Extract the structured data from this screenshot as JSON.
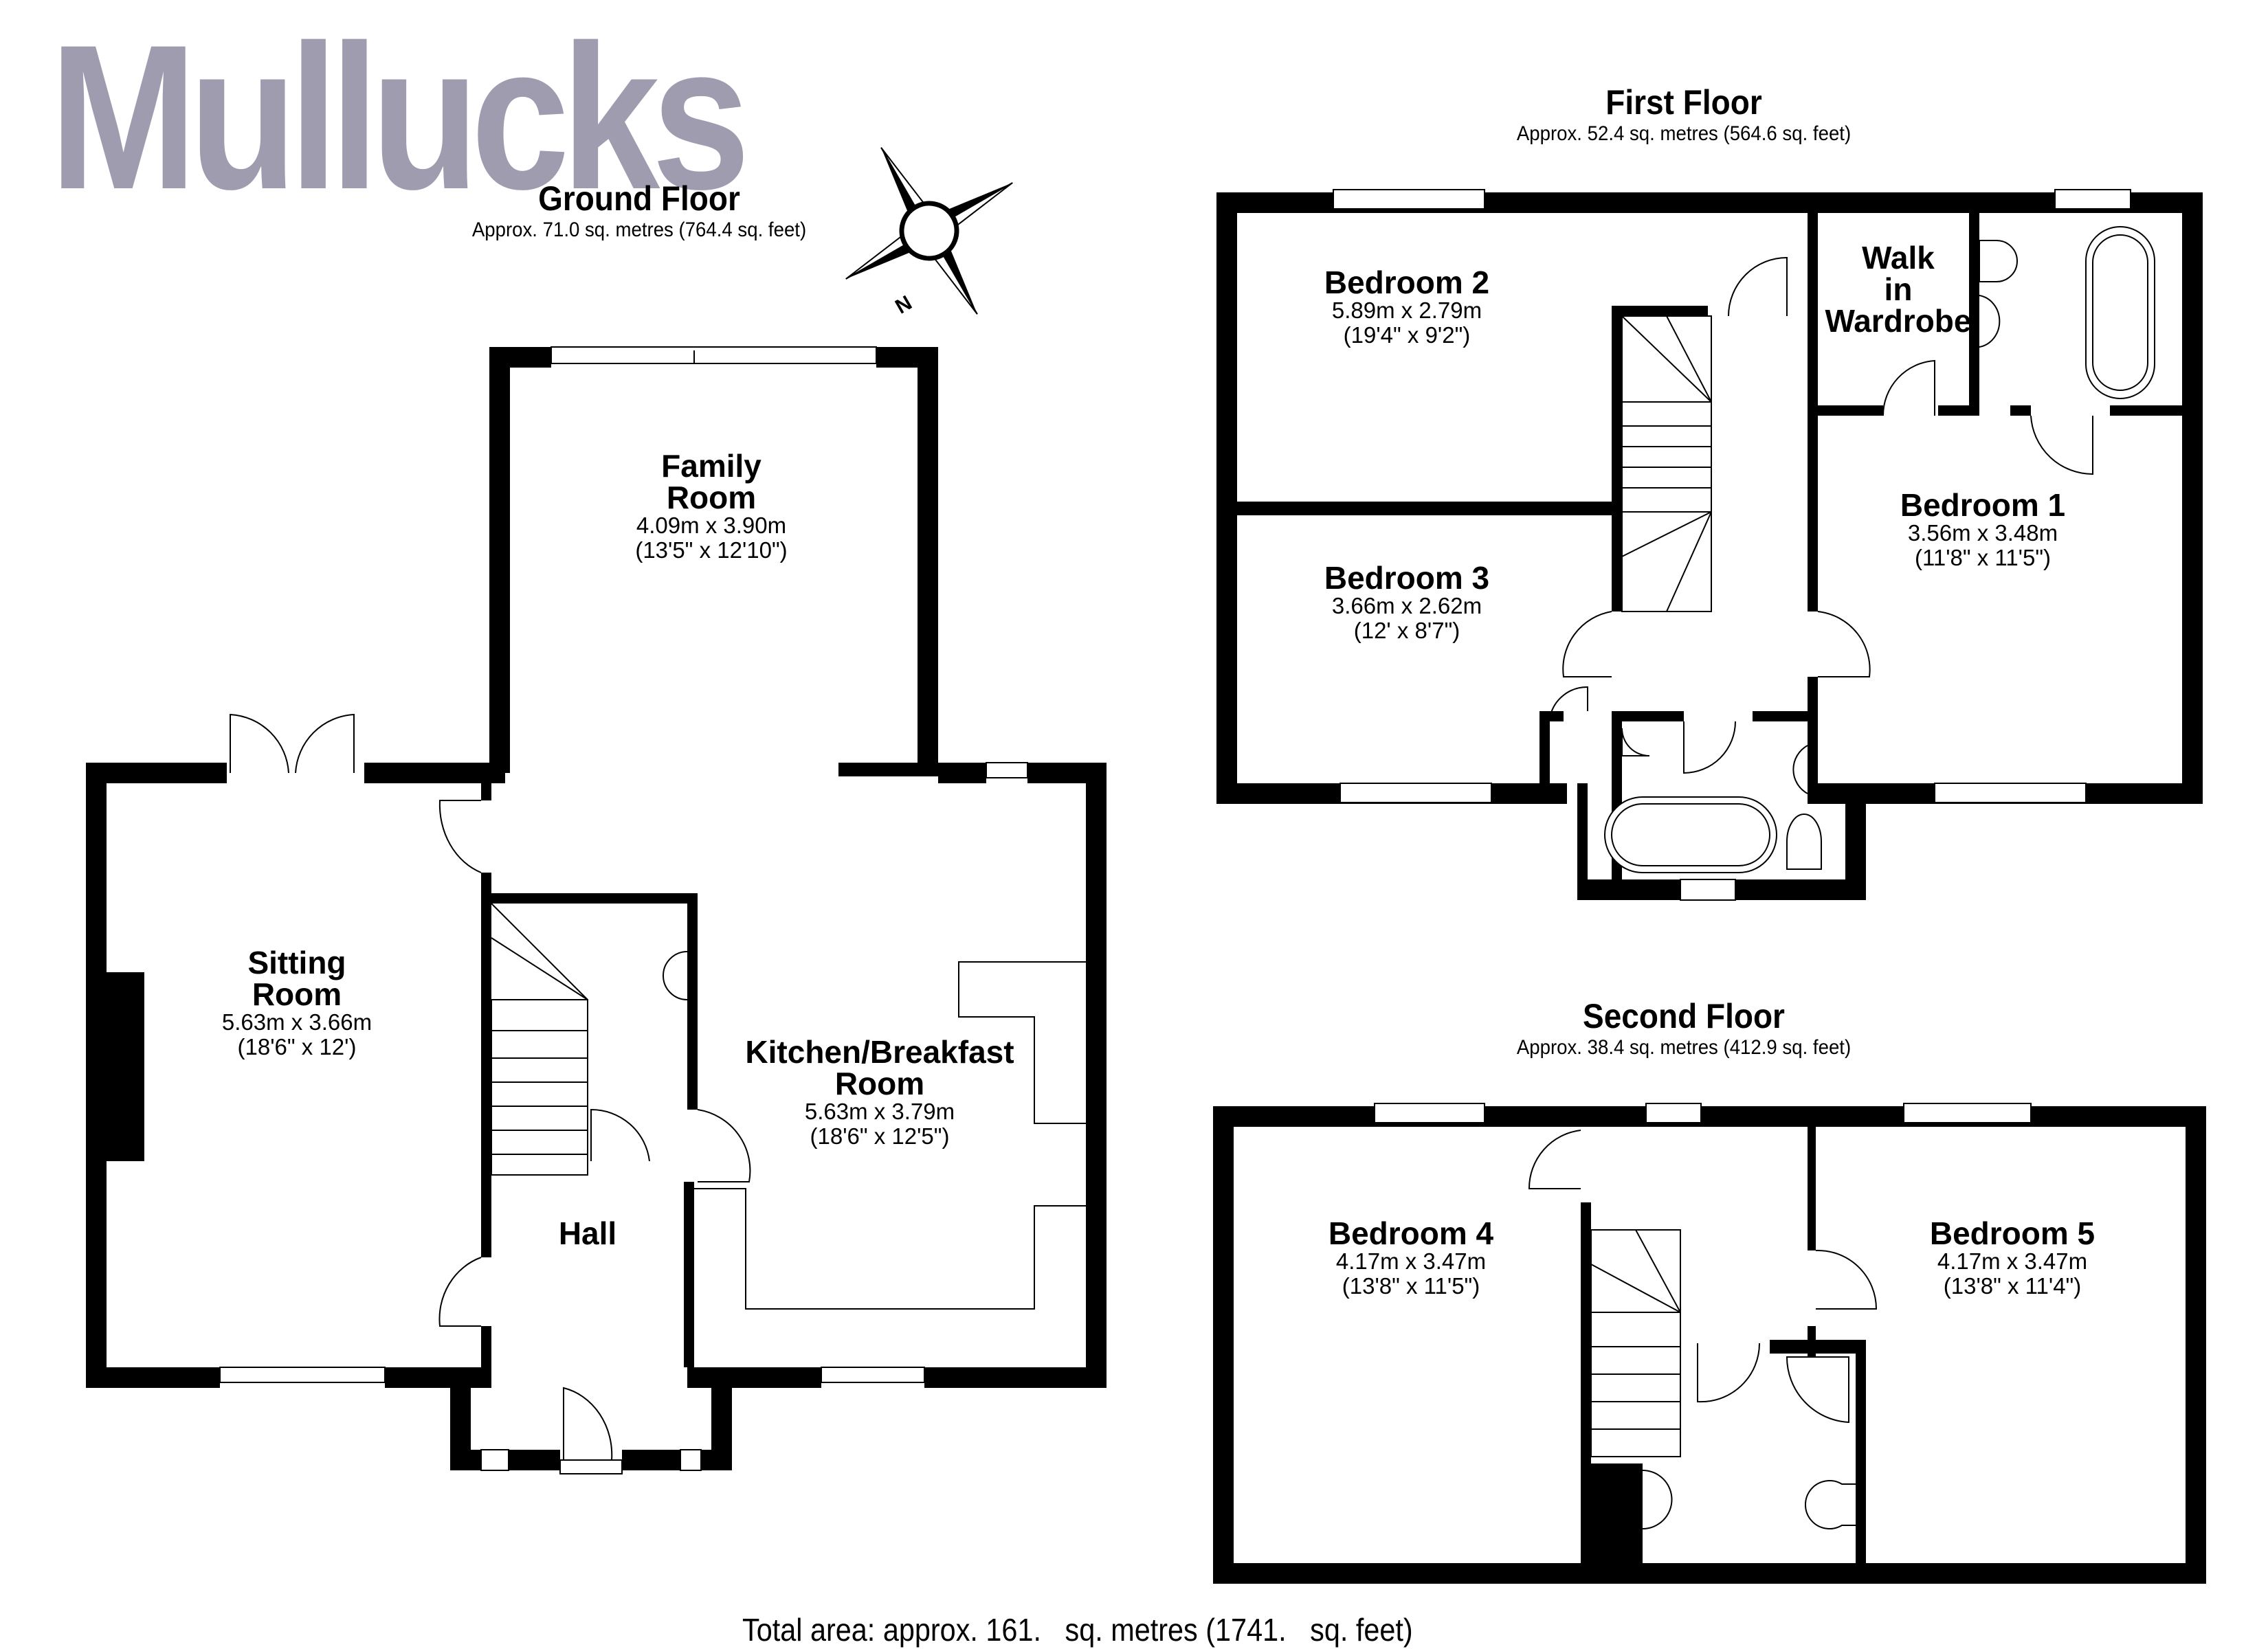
{
  "brand": {
    "name": "Mullucks",
    "color": "#9f9cb0"
  },
  "compass": {
    "label": "N"
  },
  "floors": {
    "ground": {
      "title": "Ground Floor",
      "area": "Approx. 71.0 sq. metres (764.4 sq. feet)",
      "rooms": [
        {
          "name": "Family Room",
          "name_lines": [
            "Family",
            "Room"
          ],
          "metric": "4.09m x 3.90m",
          "imperial": "(13'5\" x 12'10\")"
        },
        {
          "name": "Sitting Room",
          "name_lines": [
            "Sitting",
            "Room"
          ],
          "metric": "5.63m x 3.66m",
          "imperial": "(18'6\" x 12')"
        },
        {
          "name": "Kitchen/Breakfast Room",
          "name_lines": [
            "Kitchen/Breakfast",
            "Room"
          ],
          "metric": "5.63m x 3.79m",
          "imperial": "(18'6\" x 12'5\")"
        },
        {
          "name": "Hall",
          "name_lines": [
            "Hall"
          ],
          "metric": "",
          "imperial": ""
        }
      ]
    },
    "first": {
      "title": "First Floor",
      "area": "Approx. 52.4 sq. metres (564.6 sq. feet)",
      "rooms": [
        {
          "name": "Bedroom 2",
          "metric": "5.89m x 2.79m",
          "imperial": "(19'4\" x 9'2\")"
        },
        {
          "name": "Bedroom 3",
          "metric": "3.66m x 2.62m",
          "imperial": "(12' x 8'7\")"
        },
        {
          "name": "Bedroom 1",
          "metric": "3.56m x 3.48m",
          "imperial": "(11'8\" x 11'5\")"
        },
        {
          "name": "Walk in Wardrobe",
          "name_lines": [
            "Walk",
            "in",
            "Wardrobe"
          ]
        }
      ]
    },
    "second": {
      "title": "Second Floor",
      "area": "Approx. 38.4 sq. metres (412.9 sq. feet)",
      "rooms": [
        {
          "name": "Bedroom 4",
          "metric": "4.17m x 3.47m",
          "imperial": "(13'8\" x 11'5\")"
        },
        {
          "name": "Bedroom 5",
          "metric": "4.17m x 3.47m",
          "imperial": "(13'8\" x 11'4\")"
        }
      ]
    }
  },
  "total_area": "Total area: approx. 161.   sq. metres (1741.   sq. feet)",
  "colors": {
    "wall": "#000000",
    "background": "#ffffff",
    "logo": "#9f9cb0"
  }
}
